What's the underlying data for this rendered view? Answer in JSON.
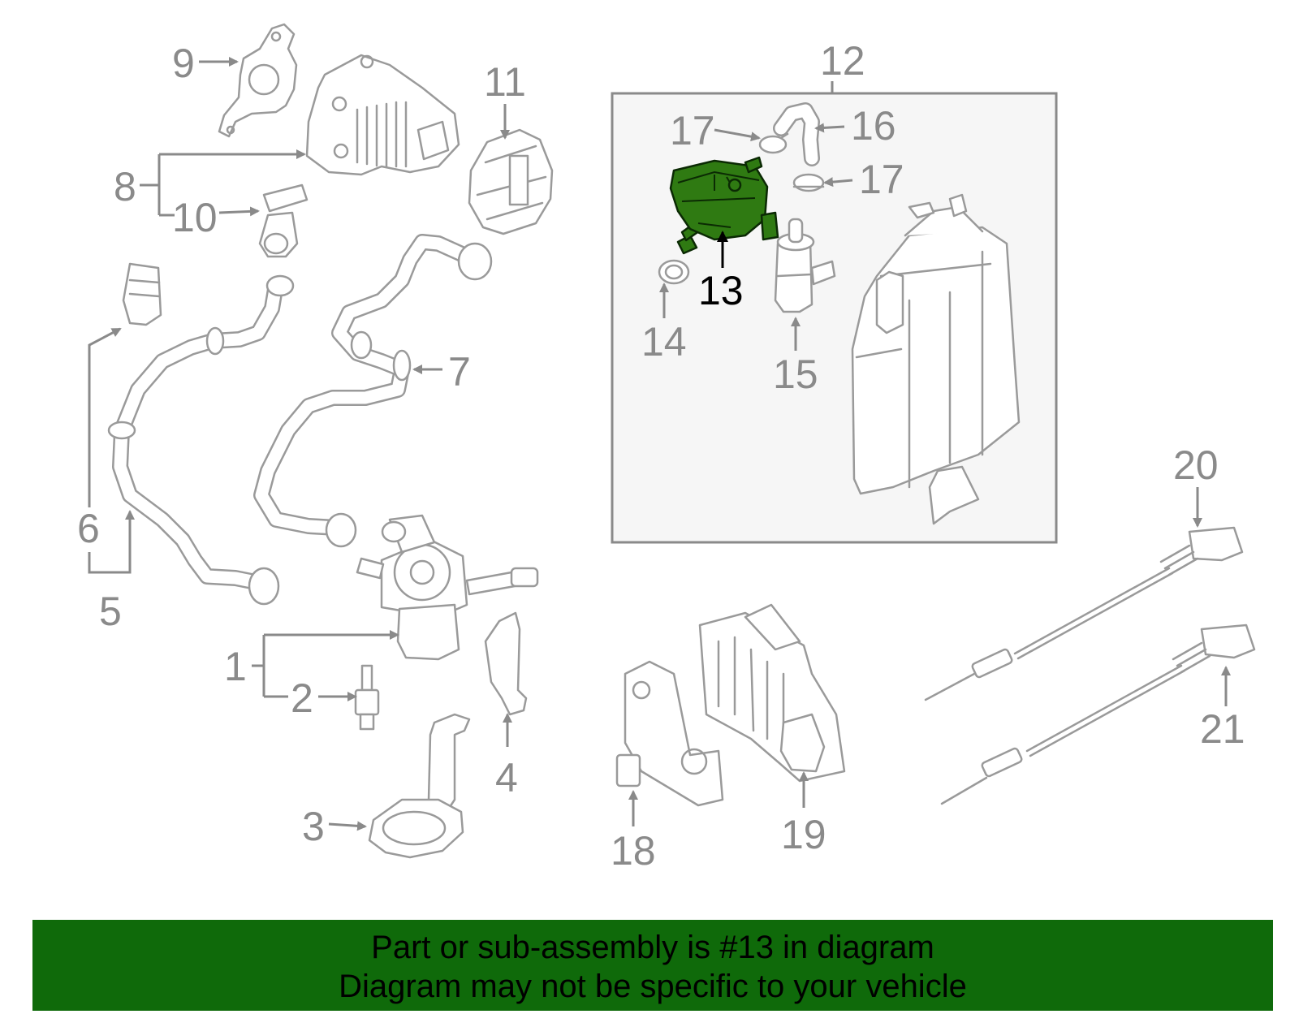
{
  "diagram": {
    "callouts": [
      "1",
      "2",
      "3",
      "4",
      "5",
      "6",
      "7",
      "8",
      "9",
      "10",
      "11",
      "12",
      "13",
      "14",
      "15",
      "16",
      "17",
      "17",
      "18",
      "19",
      "20",
      "21"
    ],
    "highlighted_part": "13",
    "highlight_color": "#2f7a12",
    "banner_color": "#0f6a0a"
  },
  "banner": {
    "line1": "Part or sub-assembly is #13 in diagram",
    "line2": "Diagram may not be specific to your vehicle"
  }
}
